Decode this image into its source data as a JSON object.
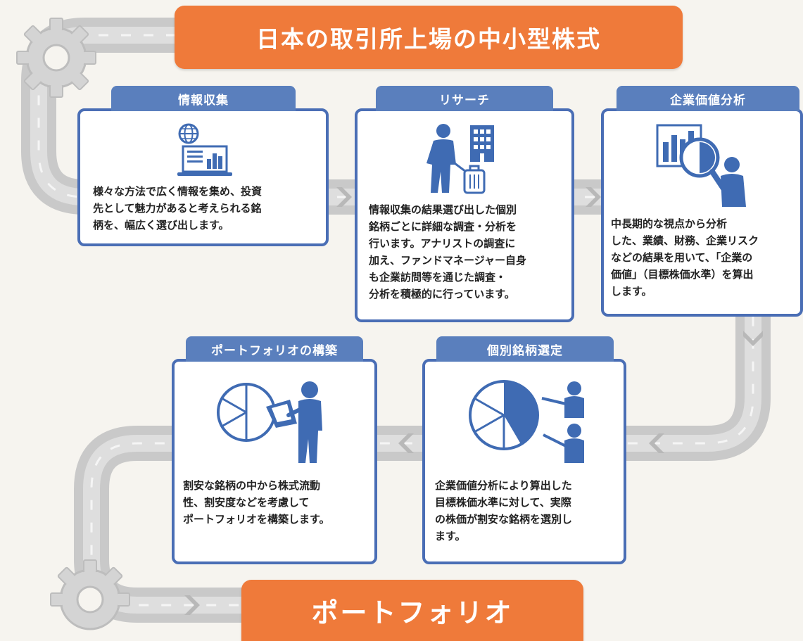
{
  "title": "日本の取引所上場の中小型株式",
  "result": "ポートフォリオ",
  "steps": [
    {
      "label": "情報収集",
      "lines": [
        "様々な方法で広く情報を集め、投資",
        "先として魅力があると考えられる銘",
        "柄を、幅広く選び出します。"
      ]
    },
    {
      "label": "リサーチ",
      "lines": [
        "情報収集の結果選び出した個別",
        "銘柄ごとに詳細な調査・分析を",
        "行います。アナリストの調査に",
        "加え、ファンドマネージャー自身",
        "も企業訪問等を通じた調査・",
        "分析を積極的に行っています。"
      ]
    },
    {
      "label": "企業価値分析",
      "lines": [
        "中長期的な視点から分析",
        "した、業績、財務、企業リスク",
        "などの結果を用いて、「企業の",
        "価値」（目標株価水準）を算出",
        "します。"
      ]
    },
    {
      "label": "ポートフォリオの構築",
      "lines": [
        "割安な銘柄の中から株式流動",
        "性、割安度などを考慮して",
        "ポートフォリオを構築します。"
      ]
    },
    {
      "label": "個別銘柄選定",
      "lines": [
        "企業価値分析により算出した",
        "目標株価水準に対して、実際",
        "の株価が割安な銘柄を選別し",
        "ます。"
      ]
    }
  ],
  "colors": {
    "accent": "#ef7a3a",
    "card_blue": "#4a6eb5",
    "tab_blue": "#5a7fbd",
    "road": "#c9c9c9",
    "icon_blue": "#3f6bb3"
  },
  "icons": [
    "globe-laptop-icon",
    "businessman-building-icon",
    "magnifier-chart-analyst-icon",
    "pie-chart-presenter-icon",
    "pie-chart-two-people-icon",
    "gear-icon"
  ]
}
